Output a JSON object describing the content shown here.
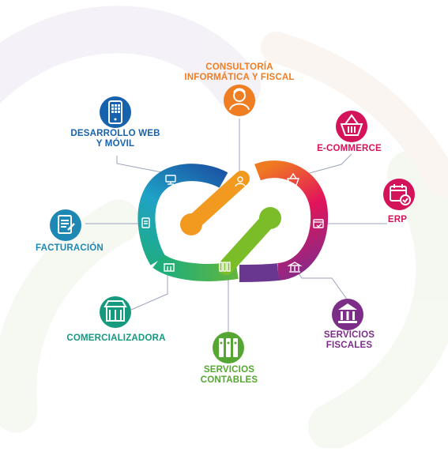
{
  "labels": {
    "consultoria": [
      "CONSULTORÍA",
      "INFORMÁTICA Y FISCAL"
    ],
    "desarrollo": [
      "DESARROLLO WEB",
      "Y MÓVIL"
    ],
    "ecommerce": [
      "E-COMMERCE"
    ],
    "erp": [
      "ERP"
    ],
    "facturacion": [
      "FACTURACIÓN"
    ],
    "comercializadora": [
      "COMERCIALIZADORA"
    ],
    "contables": [
      "SERVICIOS",
      "CONTABLES"
    ],
    "fiscales": [
      "SERVICIOS",
      "FISCALES"
    ]
  },
  "colors": {
    "consultoria": "#ef7d22",
    "desarrollo": "#1762ad",
    "ecommerce": "#d4145a",
    "erp": "#d4145a",
    "facturacion": "#1e88b4",
    "comercializadora": "#159a7f",
    "contables": "#55a632",
    "fiscales": "#7c2d88",
    "connector": "#9aa3b8"
  },
  "icons": {
    "consultoria": "person-icon",
    "desarrollo": "smartphone-icon",
    "ecommerce": "shopping-basket-icon",
    "erp": "calendar-check-icon",
    "facturacion": "invoice-icon",
    "comercializadora": "storefront-icon",
    "contables": "binders-icon",
    "fiscales": "bank-building-icon"
  }
}
